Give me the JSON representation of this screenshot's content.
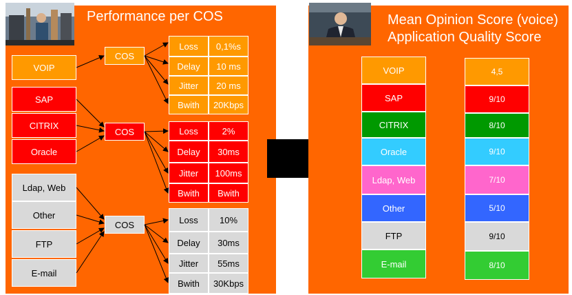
{
  "colors": {
    "panel": "#ff6600",
    "voip": "#ff9900",
    "red": "#ff0000",
    "gray": "#d9d9d9",
    "citrix_green": "#009900",
    "oracle_cyan": "#33ccff",
    "ldap_pink": "#ff66cc",
    "other_blue": "#3366ff",
    "email_green": "#33cc33",
    "arrow": "#000000"
  },
  "left": {
    "title": "Performance per COS",
    "apps": {
      "voip": "VOIP",
      "sap": "SAP",
      "citrix": "CITRIX",
      "oracle": "Oracle",
      "ldap": "Ldap, Web",
      "other": "Other",
      "ftp": "FTP",
      "email": "E-mail"
    },
    "cos": {
      "orange": "COS",
      "red": "COS",
      "gray": "COS"
    },
    "metrics": {
      "orange": [
        {
          "name": "Loss",
          "value": "0,1%s"
        },
        {
          "name": "Delay",
          "value": "10 ms"
        },
        {
          "name": "Jitter",
          "value": "20 ms"
        },
        {
          "name": "Bwith",
          "value": "20Kbps"
        }
      ],
      "red": [
        {
          "name": "Loss",
          "value": "2%"
        },
        {
          "name": "Delay",
          "value": "30ms"
        },
        {
          "name": "Jitter",
          "value": "100ms"
        },
        {
          "name": "Bwith",
          "value": "Bwith"
        }
      ],
      "gray": [
        {
          "name": "Loss",
          "value": "10%"
        },
        {
          "name": "Delay",
          "value": "30ms"
        },
        {
          "name": "Jitter",
          "value": "55ms"
        },
        {
          "name": "Bwith",
          "value": "30Kbps"
        }
      ]
    }
  },
  "right": {
    "title_line1": "Mean Opinion Score (voice)",
    "title_line2": "Application Quality Score",
    "rows": [
      {
        "app": "VOIP",
        "score": "4,5"
      },
      {
        "app": "SAP",
        "score": "9/10"
      },
      {
        "app": "CITRIX",
        "score": "8/10"
      },
      {
        "app": "Oracle",
        "score": "9/10"
      },
      {
        "app": "Ldap, Web",
        "score": "7/10"
      },
      {
        "app": "Other",
        "score": "5/10"
      },
      {
        "app": "FTP",
        "score": "9/10"
      },
      {
        "app": "E-mail",
        "score": "8/10"
      }
    ]
  }
}
